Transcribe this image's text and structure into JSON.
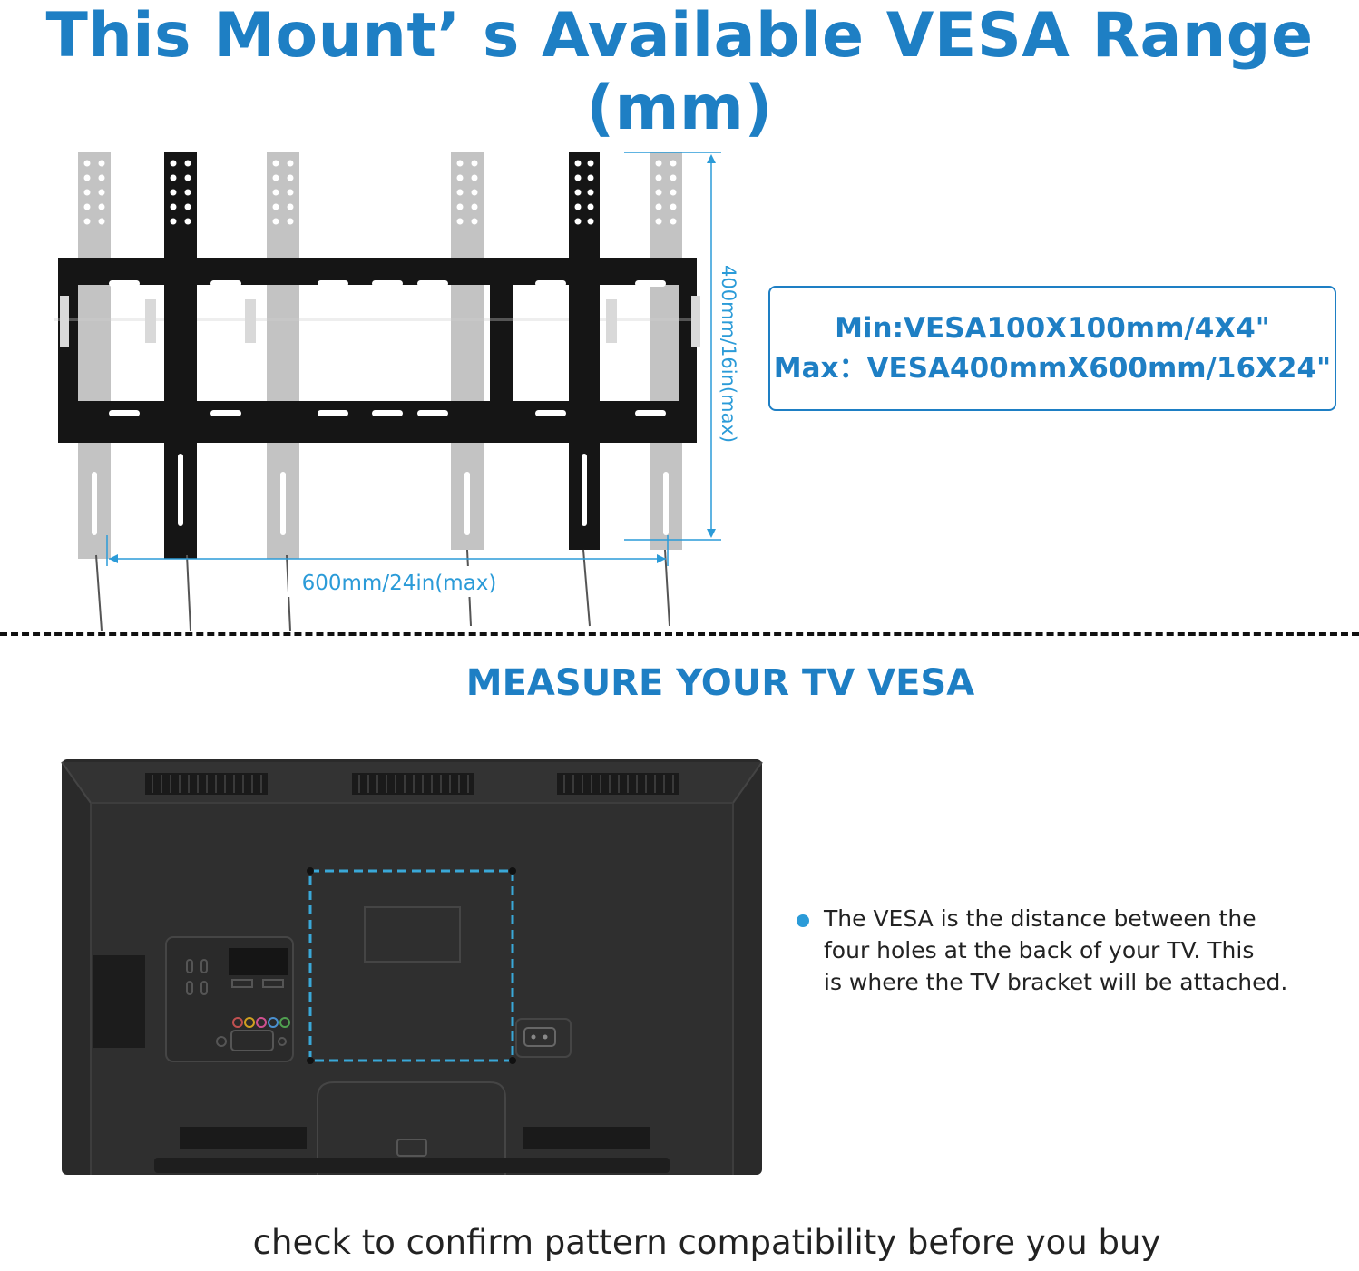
{
  "header": {
    "title": "This Mount’ s Available VESA Range (mm)"
  },
  "diagram": {
    "height_label": "400mm/16in(max)",
    "width_label": "600mm/24in(max)"
  },
  "spec_box": {
    "min_line": "Min:VESA100X100mm/4X4\"",
    "max_line": "Max：VESA400mmX600mm/16X24\""
  },
  "section": {
    "heading": "MEASURE YOUR TV VESA"
  },
  "note": {
    "lines": [
      "The VESA is the distance between the",
      "four holes at the back of your TV. This",
      "is where the TV bracket will be attached."
    ]
  },
  "footer": {
    "text": "check to confirm pattern compatibility before you buy"
  },
  "colors": {
    "brand_blue": "#1E7FC4",
    "dimension_blue": "#2B9BD8",
    "body_text": "#222222",
    "bracket_black": "#151515",
    "bracket_gray": "#b8b8b8",
    "tv_body": "#2b2b2b"
  }
}
